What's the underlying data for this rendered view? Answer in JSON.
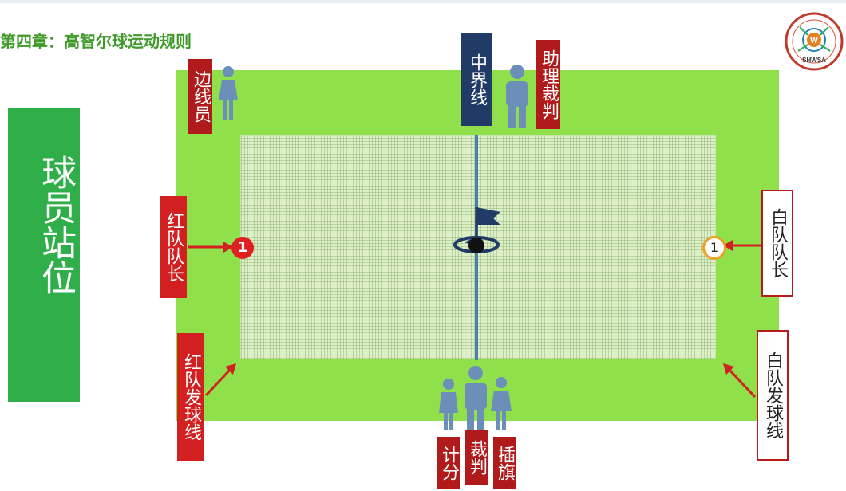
{
  "title": "第四章：高智尔球运动规则",
  "side_label": "球员站位",
  "logo_text": "SHWSA",
  "labels": {
    "midline": "中界线",
    "assistant_referee": "助理裁判",
    "line_judge": "边线员",
    "red_captain": "红队队长",
    "white_captain": "白队队长",
    "red_serve_line": "红队发球线",
    "white_serve_line": "白队发球线",
    "scorer": "计分",
    "referee": "裁判",
    "flag_planter": "插旗"
  },
  "captain_number_red": "1",
  "captain_number_white": "1",
  "colors": {
    "title_green": "#3f9a2a",
    "side_green": "#2fae4a",
    "field_green": "#8fe04a",
    "red": "#d21f1f",
    "navy": "#1f3b66",
    "figure_blue": "#6b8fb8"
  }
}
